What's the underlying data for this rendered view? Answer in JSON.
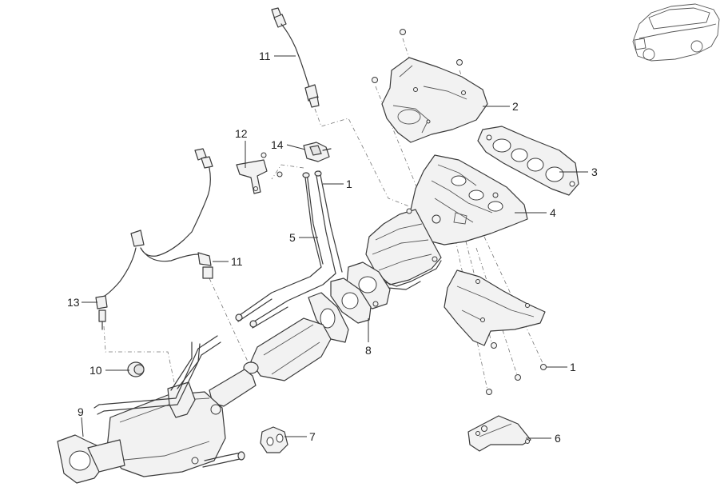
{
  "callouts": {
    "c1a": "1",
    "c1b": "1",
    "c2": "2",
    "c3": "3",
    "c4": "4",
    "c5": "5",
    "c6": "6",
    "c7": "7",
    "c8": "8",
    "c9": "9",
    "c10": "10",
    "c11a": "11",
    "c11b": "11",
    "c12": "12",
    "c13": "13",
    "c14": "14"
  },
  "icons": {
    "vehicle": "suv-thumbnail-icon"
  },
  "colors": {
    "line": "#3a3a3a",
    "fill": "#f2f2f2",
    "background": "#ffffff"
  }
}
